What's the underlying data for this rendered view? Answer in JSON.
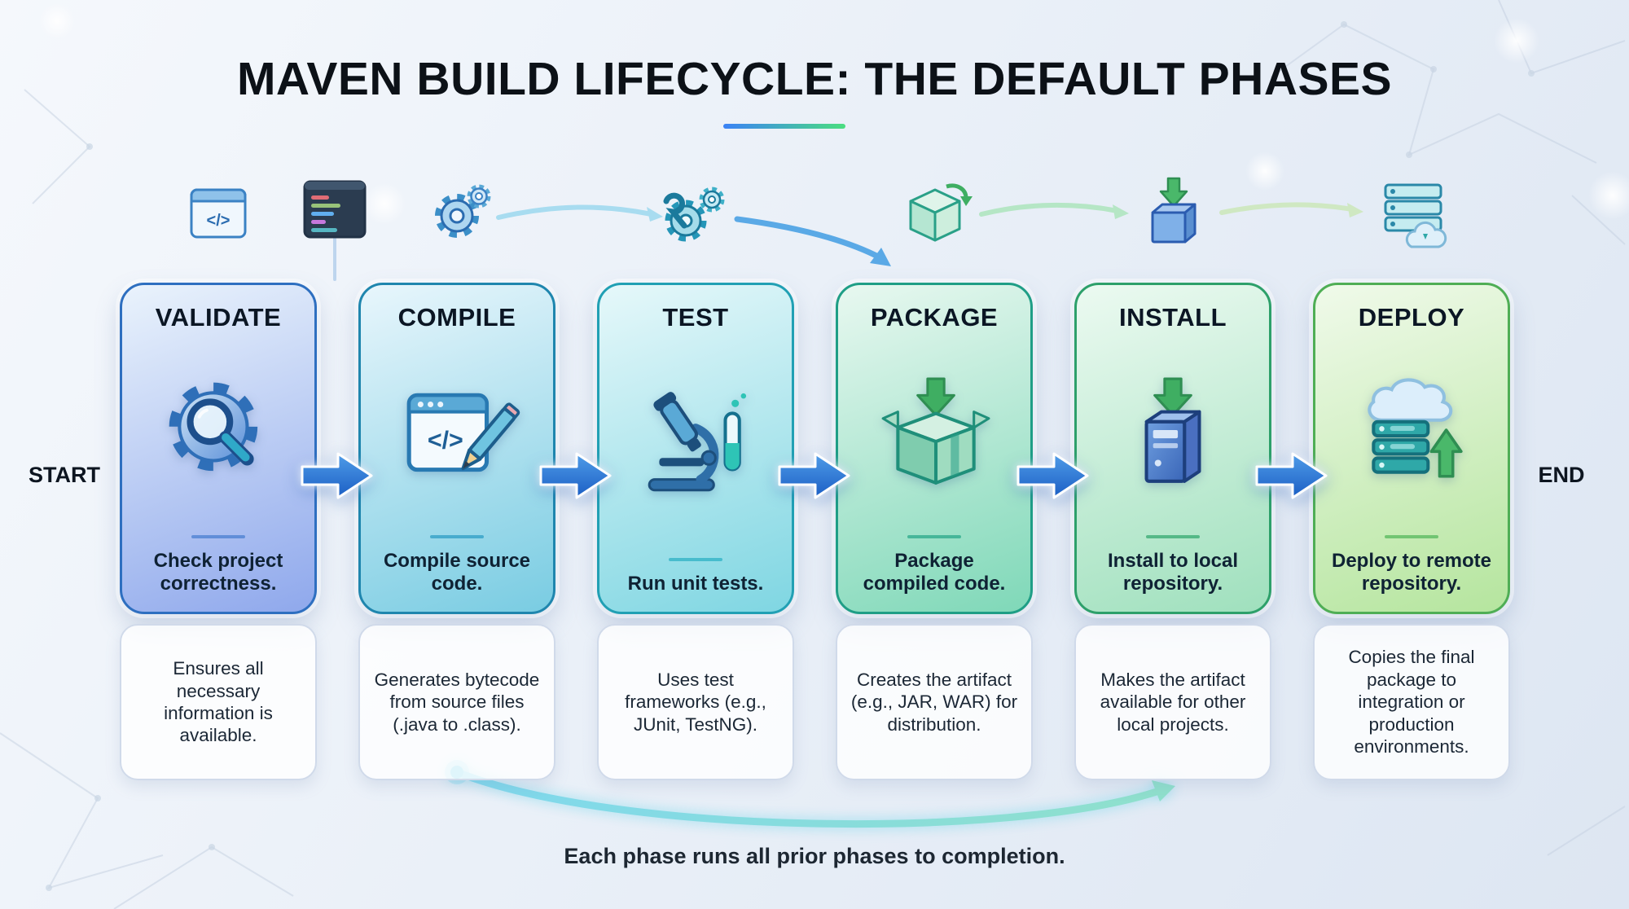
{
  "header": {
    "title": "MAVEN BUILD LIFECYCLE: THE DEFAULT PHASES"
  },
  "flow": {
    "start_label": "START",
    "end_label": "END",
    "footer_note": "Each phase runs all prior phases to completion."
  },
  "colors": {
    "underline_from": "#3b82f6",
    "underline_to": "#4ade80",
    "flow_arrow_from": "#4f9ce8",
    "flow_arrow_to": "#1b5ec4",
    "swoosh_from": "#7fd8ee",
    "swoosh_to": "#8fe0cc"
  },
  "phases": [
    {
      "name": "VALIDATE",
      "icon": "gear-magnifier-icon",
      "short_desc": "Check project correctness.",
      "long_desc": "Ensures all necessary information is available.",
      "colors": {
        "border": "#2e6fc0",
        "gradient_top": "#eaf3fc",
        "gradient_bottom": "#8fa8ec",
        "divider": "#4a7fd0"
      }
    },
    {
      "name": "COMPILE",
      "icon": "code-window-pencil-icon",
      "short_desc": "Compile source code.",
      "long_desc": "Generates bytecode from source files (.java to .class).",
      "colors": {
        "border": "#1f86ae",
        "gradient_top": "#e8f6fc",
        "gradient_bottom": "#79cce2",
        "divider": "#2e9ec4"
      }
    },
    {
      "name": "TEST",
      "icon": "microscope-icon",
      "short_desc": "Run unit tests.",
      "long_desc": "Uses test frameworks (e.g., JUnit, TestNG).",
      "colors": {
        "border": "#21a0b4",
        "gradient_top": "#e6f8fa",
        "gradient_bottom": "#7fd6e2",
        "divider": "#2eb0c4"
      }
    },
    {
      "name": "PACKAGE",
      "icon": "package-box-icon",
      "short_desc": "Package compiled code.",
      "long_desc": "Creates the artifact (e.g., JAR, WAR) for distribution.",
      "colors": {
        "border": "#1f9e86",
        "gradient_top": "#e8f8f0",
        "gradient_bottom": "#7fd8b8",
        "divider": "#2aa88a"
      }
    },
    {
      "name": "INSTALL",
      "icon": "server-download-icon",
      "short_desc": "Install to local repository.",
      "long_desc": "Makes the artifact available for other local projects.",
      "colors": {
        "border": "#2da06a",
        "gradient_top": "#ecfaf1",
        "gradient_bottom": "#9fe0bd",
        "divider": "#35aa70"
      }
    },
    {
      "name": "DEPLOY",
      "icon": "cloud-server-upload-icon",
      "short_desc": "Deploy to remote repository.",
      "long_desc": "Copies the final package to integration or production environments.",
      "colors": {
        "border": "#4fae55",
        "gradient_top": "#f0faea",
        "gradient_bottom": "#b5e59e",
        "divider": "#56b85c"
      }
    }
  ],
  "top_icons": [
    {
      "icon": "code-window-icon"
    },
    {
      "icon": "code-editor-icon"
    },
    {
      "icon": "gear-icon"
    },
    {
      "icon": "gears-wrench-icon"
    },
    {
      "icon": "package-cube-icon"
    },
    {
      "icon": "install-cube-icon"
    },
    {
      "icon": "server-cloud-icon"
    }
  ]
}
